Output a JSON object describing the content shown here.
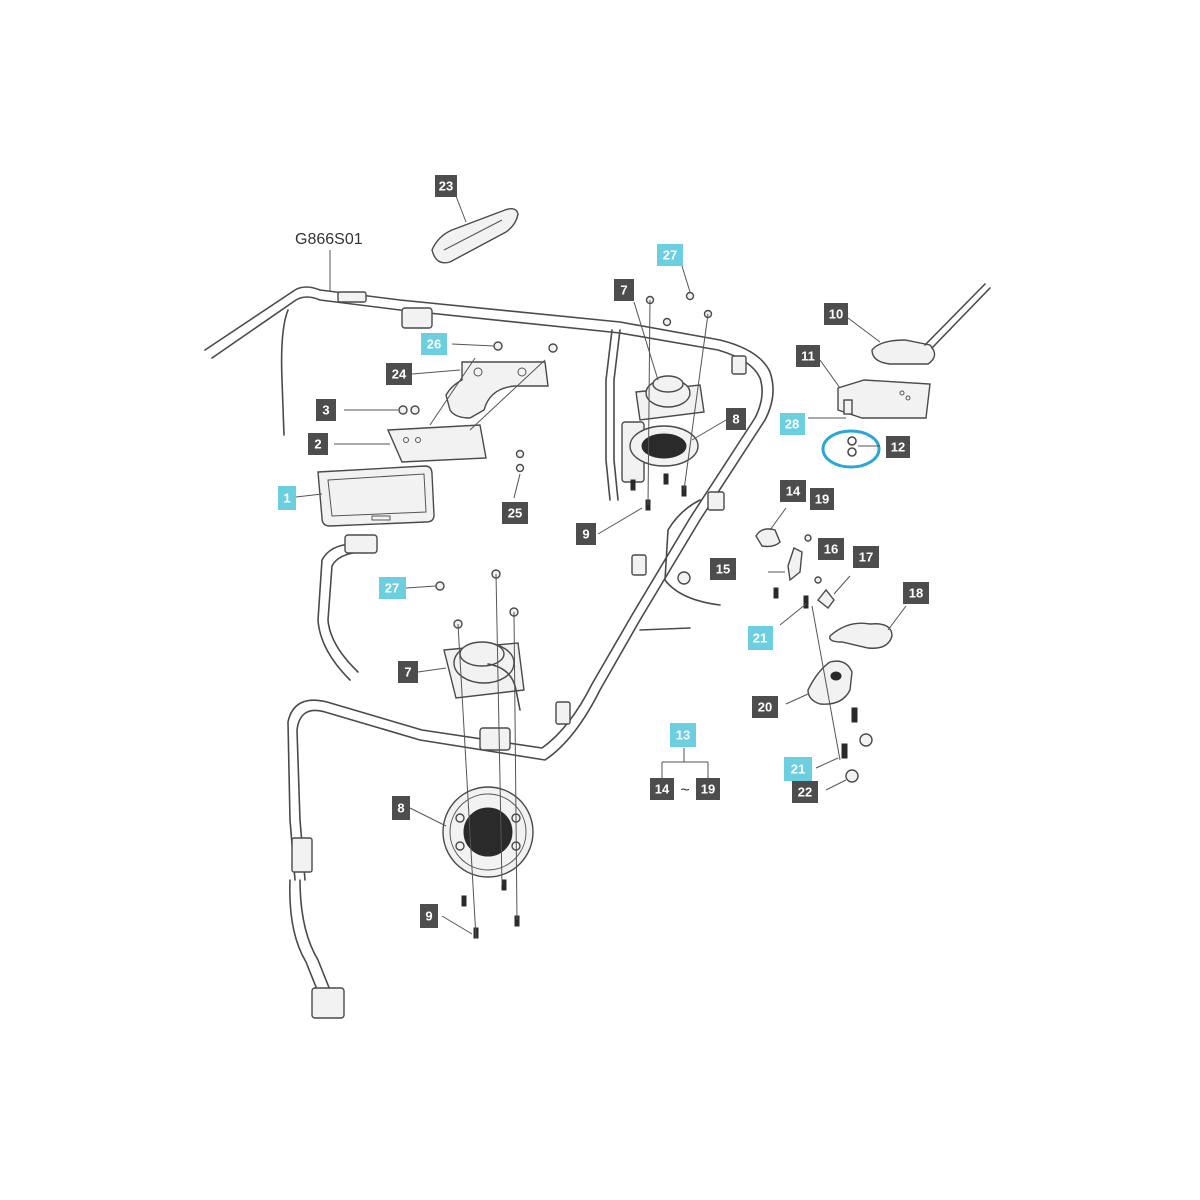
{
  "harness_label": "G866S01",
  "range_separator": "~",
  "colors": {
    "callout_dark": "#4d4d4d",
    "callout_cyan": "#6ccfe0",
    "highlight_ring": "#2aa7d6",
    "line_art": "#4a4a4a"
  },
  "callouts": {
    "c1": "1",
    "c2": "2",
    "c3": "3",
    "c7a": "7",
    "c7b": "7",
    "c8a": "8",
    "c8b": "8",
    "c9a": "9",
    "c9b": "9",
    "c10": "10",
    "c11": "11",
    "c12": "12",
    "c13": "13",
    "c14a": "14",
    "c14b": "14",
    "c15": "15",
    "c16": "16",
    "c17": "17",
    "c18": "18",
    "c19a": "19",
    "c19b": "19",
    "c20": "20",
    "c21a": "21",
    "c21b": "21",
    "c22": "22",
    "c23": "23",
    "c24": "24",
    "c25": "25",
    "c26": "26",
    "c27a": "27",
    "c27b": "27",
    "c28": "28"
  }
}
